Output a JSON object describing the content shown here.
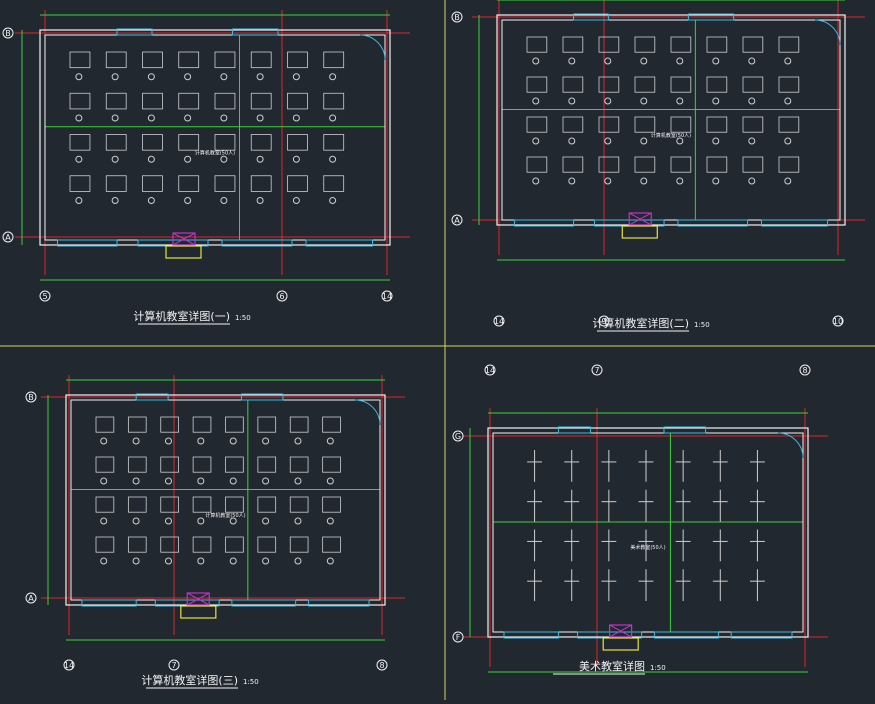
{
  "colors": {
    "background": "#212830",
    "panel_border": "#d7d35a",
    "wall": "#f2f2f2",
    "axis": "#e0262a",
    "dimension": "#3ad23a",
    "window": "#36bfe6",
    "fixture": "#c233c8",
    "marker": "#e8e33a",
    "furniture": "#cfcfcf",
    "text": "#f2f2f2"
  },
  "drawings": [
    {
      "id": "computer-room-1",
      "title": "计算机教室详图(一)",
      "scale": "1:50",
      "grid_left": "B",
      "grid_bottom_left": "A",
      "grid_axes": [
        "5",
        "6",
        "14"
      ],
      "room_label": "计算机教室(50人)"
    },
    {
      "id": "computer-room-2",
      "title": "计算机教室详图(二)",
      "scale": "1:50",
      "grid_left": "B",
      "grid_bottom_left": "A",
      "grid_axes": [
        "14",
        "9",
        "10"
      ],
      "room_label": "计算机教室(50人)"
    },
    {
      "id": "computer-room-3",
      "title": "计算机教室详图(三)",
      "scale": "1:50",
      "grid_left": "B",
      "grid_bottom_left": "A",
      "grid_axes": [
        "14",
        "7",
        "8"
      ],
      "room_label": "计算机教室(50人)"
    },
    {
      "id": "art-room",
      "title": "美术教室详图",
      "scale": "1:50",
      "grid_left": "G",
      "grid_bottom_left": "F",
      "grid_axes": [
        "14",
        "7",
        "8"
      ],
      "room_label": "美术教室(50人)"
    }
  ]
}
